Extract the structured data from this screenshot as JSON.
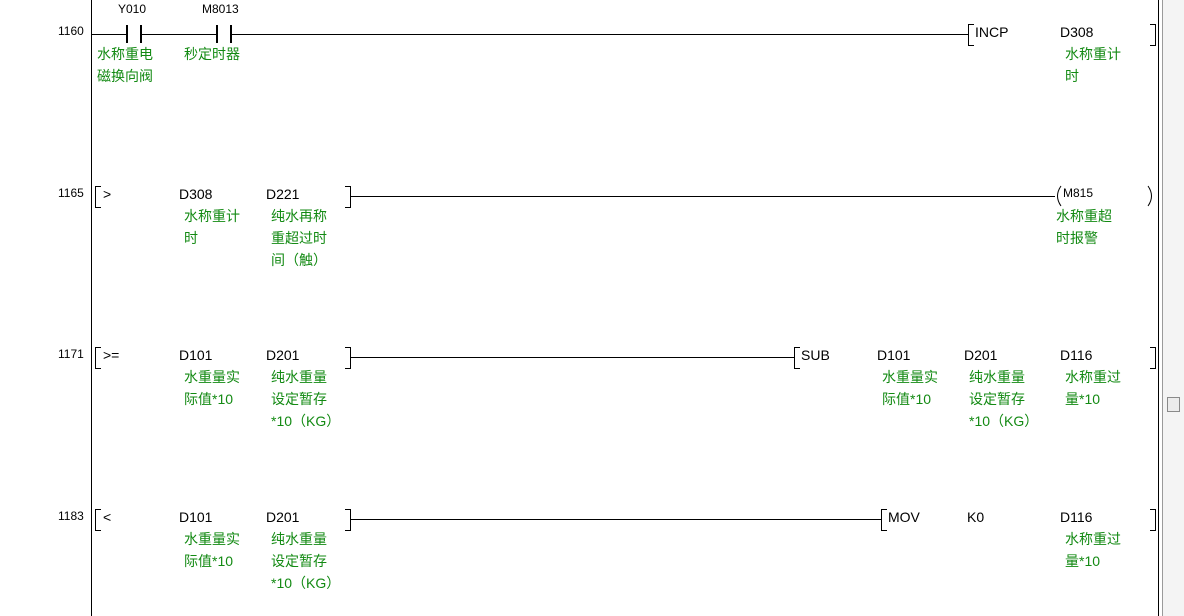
{
  "rungs": [
    {
      "step": "1160",
      "contacts": [
        {
          "device": "Y010",
          "comment": [
            "水称重电",
            "磁换向阀"
          ]
        },
        {
          "device": "M8013",
          "comment": [
            "秒定时器"
          ]
        }
      ],
      "instruction": {
        "name": "INCP",
        "operands": [
          {
            "device": "D308",
            "comment": [
              "水称重计",
              "时"
            ]
          }
        ]
      }
    },
    {
      "step": "1165",
      "compare": {
        "op": ">",
        "operands": [
          {
            "device": "D308",
            "comment": [
              "水称重计",
              "时"
            ]
          },
          {
            "device": "D221",
            "comment": [
              "纯水再称",
              "重超过时",
              "间（触）"
            ]
          }
        ]
      },
      "coil": {
        "device": "M815",
        "comment": [
          "水称重超",
          "时报警"
        ]
      }
    },
    {
      "step": "1171",
      "compare": {
        "op": ">=",
        "operands": [
          {
            "device": "D101",
            "comment": [
              "水重量实",
              "际值*10"
            ]
          },
          {
            "device": "D201",
            "comment": [
              "纯水重量",
              "设定暂存",
              "*10（KG）"
            ]
          }
        ]
      },
      "instruction": {
        "name": "SUB",
        "operands": [
          {
            "device": "D101",
            "comment": [
              "水重量实",
              "际值*10"
            ]
          },
          {
            "device": "D201",
            "comment": [
              "纯水重量",
              "设定暂存",
              "*10（KG）"
            ]
          },
          {
            "device": "D116",
            "comment": [
              "水称重过",
              "量*10"
            ]
          }
        ]
      }
    },
    {
      "step": "1183",
      "compare": {
        "op": "<",
        "operands": [
          {
            "device": "D101",
            "comment": [
              "水重量实",
              "际值*10"
            ]
          },
          {
            "device": "D201",
            "comment": [
              "纯水重量",
              "设定暂存",
              "*10（KG）"
            ]
          }
        ]
      },
      "instruction": {
        "name": "MOV",
        "operands": [
          {
            "device": "K0",
            "comment": []
          },
          {
            "device": "D116",
            "comment": [
              "水称重过",
              "量*10"
            ]
          }
        ]
      }
    }
  ]
}
